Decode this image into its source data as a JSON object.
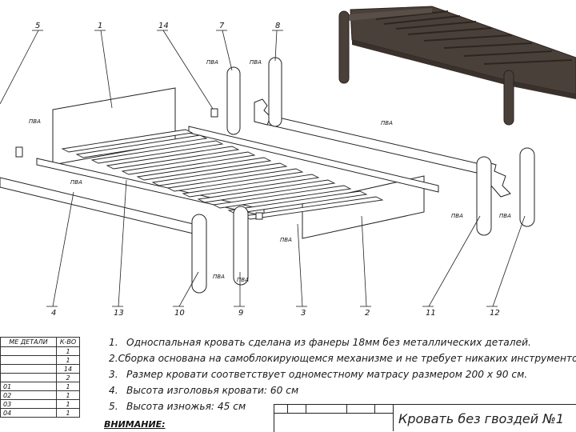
{
  "drawing": {
    "callouts": [
      "5",
      "1",
      "14",
      "7",
      "8",
      "4",
      "13",
      "10",
      "9",
      "3",
      "2",
      "11",
      "12"
    ],
    "glue_label": "ПВА"
  },
  "notes": [
    {
      "num": "1.",
      "text": "Односпальная кровать сделана из фанеры 18мм без металлических деталей."
    },
    {
      "num": "2.",
      "text": "Сборка основана на самоблокирующемся механизме и не требует никаких инструментов."
    },
    {
      "num": "3.",
      "text": "Размер кровати соответствует одноместному матрасу размером 200 х 90 см."
    },
    {
      "num": "4.",
      "text": "Высота изголовья кровати: 60 см"
    },
    {
      "num": "5.",
      "text": "Высота изножья: 45 см"
    }
  ],
  "parts_table": {
    "headers": [
      "МЕ ДЕТАЛИ",
      "К-ВО"
    ],
    "rows": [
      {
        "name": "",
        "qty": "1"
      },
      {
        "name": "",
        "qty": "1"
      },
      {
        "name": "",
        "qty": "14"
      },
      {
        "name": "",
        "qty": "2"
      },
      {
        "name": "01",
        "qty": "1"
      },
      {
        "name": "02",
        "qty": "1"
      },
      {
        "name": "03",
        "qty": "1"
      },
      {
        "name": "04",
        "qty": "1"
      }
    ]
  },
  "warning": "ВНИМАНИЕ:",
  "title_block": {
    "title": "Кровать без гвоздей №1"
  }
}
